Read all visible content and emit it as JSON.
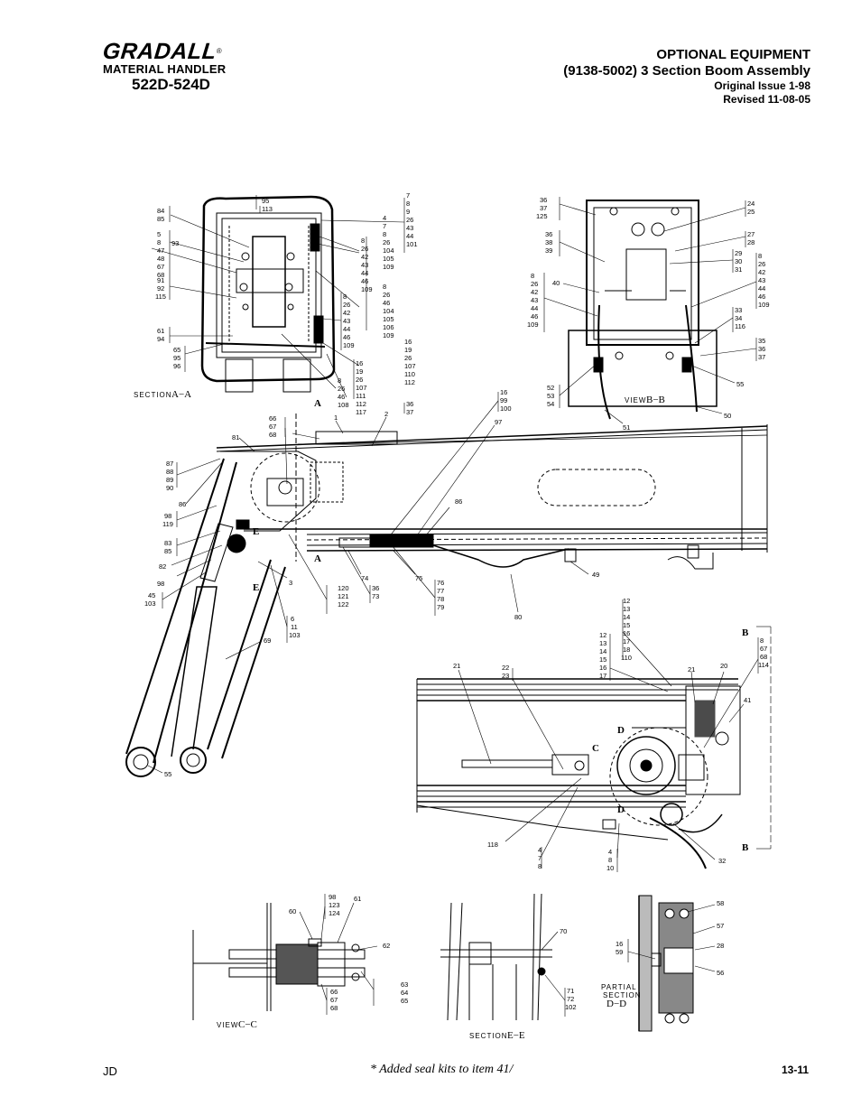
{
  "logo": {
    "brand": "GRADALL",
    "reg": "®",
    "subtitle": "MATERIAL HANDLER",
    "model": "522D-524D"
  },
  "header": {
    "line1": "OPTIONAL  EQUIPMENT",
    "line2": "(9138-5002) 3 Section Boom Assembly",
    "line3": "Original Issue 1-98",
    "line4": "Revised  11-08-05"
  },
  "footer": {
    "left": "JD",
    "note": "* Added seal kits to item 41/",
    "page": "13-11"
  },
  "views": {
    "section_aa": "A−A",
    "section_prefix": "SECTION",
    "view_bb": "B−B",
    "view_prefix": "VIEW",
    "view_cc": "C−C",
    "section_ee": "E−E",
    "partial": "PARTIAL",
    "section_word": "SECTION",
    "section_dd": "D−D"
  },
  "callouts": {
    "aa_95": "95",
    "aa_113": "113",
    "aa_84": "84",
    "aa_85": "85",
    "aa_5": "5",
    "aa_8": "8",
    "aa_47": "47",
    "aa_48": "48",
    "aa_67": "67",
    "aa_68": "68",
    "aa_93": "93",
    "aa_91": "91",
    "aa_92": "92",
    "aa_115": "115",
    "aa_61": "61",
    "aa_94": "94",
    "aa_65": "65",
    "aa_95b": "95",
    "aa_96": "96",
    "aa_r1": [
      "7",
      "8",
      "9",
      "26",
      "43",
      "44",
      "101"
    ],
    "aa_r2": [
      "4",
      "7",
      "8",
      "26",
      "104",
      "105",
      "109"
    ],
    "aa_r3": [
      "8",
      "26",
      "42",
      "43",
      "44",
      "46",
      "109"
    ],
    "aa_r4": [
      "8",
      "26",
      "46",
      "104",
      "105",
      "106",
      "109"
    ],
    "aa_r5": [
      "8",
      "26",
      "42",
      "43",
      "44",
      "46",
      "109"
    ],
    "aa_r6": [
      "16",
      "19",
      "26",
      "107",
      "110",
      "112"
    ],
    "aa_r7": [
      "16",
      "19",
      "26",
      "107",
      "111",
      "112",
      "117"
    ],
    "aa_r8": [
      "8",
      "26",
      "46",
      "108"
    ],
    "bb_36": "36",
    "bb_37": "37",
    "bb_125": "125",
    "bb_l2": [
      "36",
      "38",
      "39"
    ],
    "bb_l3": [
      "8",
      "26",
      "42",
      "43",
      "44",
      "46",
      "109"
    ],
    "bb_40": "40",
    "bb_l5": [
      "52",
      "53",
      "54"
    ],
    "bb_r1": [
      "24",
      "25"
    ],
    "bb_r2": [
      "27",
      "28"
    ],
    "bb_r3": [
      "29",
      "30",
      "31"
    ],
    "bb_r4": [
      "8",
      "26",
      "42",
      "43",
      "44",
      "46",
      "109"
    ],
    "bb_r5": [
      "33",
      "34",
      "116"
    ],
    "bb_r6": [
      "35",
      "36",
      "37"
    ],
    "bb_55": "55",
    "bb_51": "51",
    "bb_50": "50",
    "m_1": "1",
    "m_2": "2",
    "m_3637": [
      "36",
      "37"
    ],
    "m_r16": [
      "16",
      "99",
      "100"
    ],
    "m_97": "97",
    "m_667": [
      "66",
      "67",
      "68"
    ],
    "m_81": "81",
    "m_l87": [
      "87",
      "88",
      "89",
      "90"
    ],
    "m_86": "86",
    "m_86b": "86",
    "m_98": "98",
    "m_119": "119",
    "m_83": "83",
    "m_85": "85",
    "m_82": "82",
    "m_98b": "98",
    "m_45": "45",
    "m_103": "103",
    "m_3": "3",
    "m_120": [
      "120",
      "121",
      "122"
    ],
    "m_3673": [
      "36",
      "73"
    ],
    "m_74": "74",
    "m_75": "75",
    "m_76": [
      "76",
      "77",
      "78",
      "79"
    ],
    "m_49": "49",
    "m_80": "80",
    "m_6": [
      "6",
      "11",
      "103"
    ],
    "m_69": "69",
    "m_55": "55",
    "d_l12": [
      "12",
      "13",
      "14",
      "15",
      "16",
      "17"
    ],
    "d_r12": [
      "12",
      "13",
      "14",
      "15",
      "16",
      "17",
      "18",
      "110"
    ],
    "d_21": "21",
    "d_22": [
      "22",
      "23"
    ],
    "d_21b": "21",
    "d_20": "20",
    "d_8": [
      "8",
      "67",
      "68",
      "114"
    ],
    "d_41": "41",
    "d_118": "118",
    "d_4": [
      "4",
      "7",
      "8"
    ],
    "d_4b": [
      "4",
      "8",
      "10"
    ],
    "d_32": "32",
    "cc_60": "60",
    "cc_98": [
      "98",
      "123",
      "124"
    ],
    "cc_61": "61",
    "cc_62": "62",
    "cc_63": [
      "63",
      "64",
      "65"
    ],
    "cc_66": [
      "66",
      "67",
      "68"
    ],
    "ee_70": "70",
    "ee_71": [
      "71",
      "72",
      "102"
    ],
    "dd_58": "58",
    "dd_57": "57",
    "dd_28": "28",
    "dd_56": "56",
    "dd_16": [
      "16",
      "59"
    ]
  },
  "markers": {
    "A": "A",
    "B": "B",
    "C": "C",
    "D": "D",
    "E": "E"
  }
}
